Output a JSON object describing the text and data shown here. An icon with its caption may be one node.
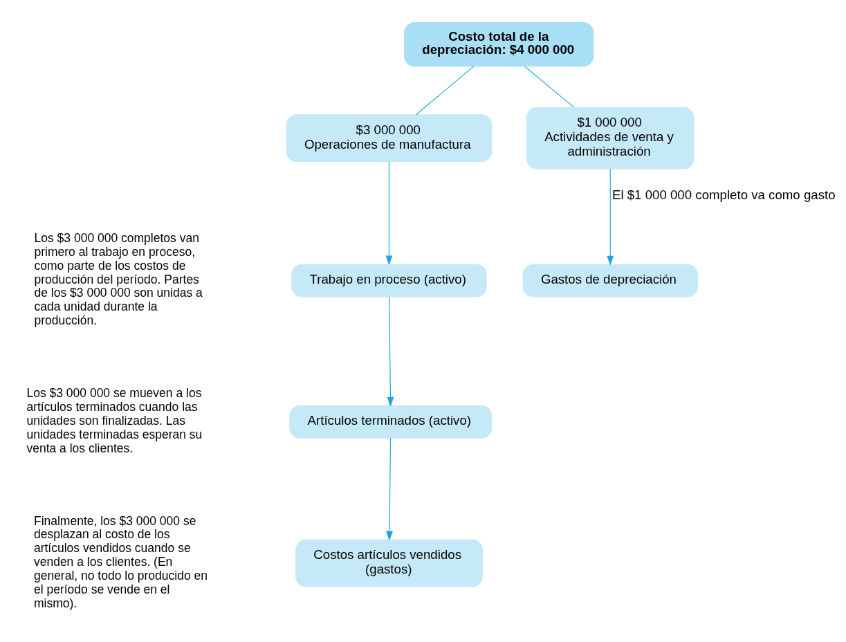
{
  "diagram": {
    "nodes": [
      {
        "text": [
          "Costo total de la depreciación: $4 000 000"
        ]
      },
      {
        "text": [
          "$3 000 000",
          "Operaciones de manufactura"
        ]
      },
      {
        "text": [
          "$1 000 000",
          "Actividades de venta y administración"
        ]
      },
      {
        "text": [
          "Trabajo en proceso (activo)"
        ]
      },
      {
        "text": [
          "Artículos terminados (activo)"
        ]
      },
      {
        "text": [
          "Costos artículos vendidos (gastos)"
        ]
      },
      {
        "text": [
          "Gastos de depreciación"
        ]
      }
    ],
    "edges": [
      {
        "from": 0,
        "to": 1,
        "arrow": "none"
      },
      {
        "from": 0,
        "to": 2,
        "arrow": "none"
      },
      {
        "from": 1,
        "to": 3,
        "arrow": "to"
      },
      {
        "from": 3,
        "to": 4,
        "arrow": "to"
      },
      {
        "from": 4,
        "to": 5,
        "arrow": "to"
      },
      {
        "from": 2,
        "to": 6,
        "arrow": "to",
        "label": "El $1 000 000 completo va como gasto"
      }
    ],
    "labels": [
      "Los $3 000 000 completos van primero al trabajo en proceso, como parte de los costos de producción del período. Partes de los $3 000 000 son unidas a cada unidad durante la producción.",
      "Los $3 000 000 se mueven a los artículos terminados cuando las unidades son finalizadas. Las unidades terminadas esperan su venta a los clientes.",
      "Finalmente, los $3 000 000 se desplazan al costo de los artículos vendidos cuando se venden a los clientes. (En general, no todo lo producido en el período se vende en el mismo)."
    ]
  }
}
